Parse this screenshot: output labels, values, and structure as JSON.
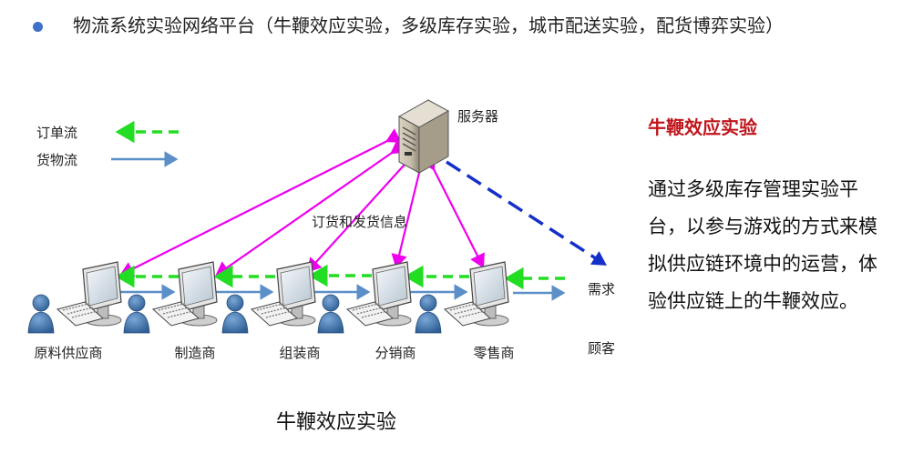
{
  "heading": "物流系统实验网络平台（牛鞭效应实验，多级库存实验，城市配送实验，配货博弈实验）",
  "legend": {
    "order_flow": "订单流",
    "goods_flow": "货物流"
  },
  "server_label": "服务器",
  "center_label": "订货和发货信息",
  "demand_label": "需求",
  "customer_label": "顾客",
  "nodes": [
    "原料供应商",
    "制造商",
    "组装商",
    "分销商",
    "零售商"
  ],
  "side": {
    "title": "牛鞭效应实验",
    "description": "通过多级库存管理实验平台，以参与游戏的方式来模拟供应链环境中的运营，体验供应链上的牛鞭效应。"
  },
  "caption": "牛鞭效应实验",
  "colors": {
    "order_flow": "#22dd22",
    "goods_flow": "#5b8fc7",
    "info_flow": "#ee00ee",
    "demand_arrow": "#1530c8",
    "side_title": "#c0161c",
    "bullet": "#3e6fc9"
  }
}
